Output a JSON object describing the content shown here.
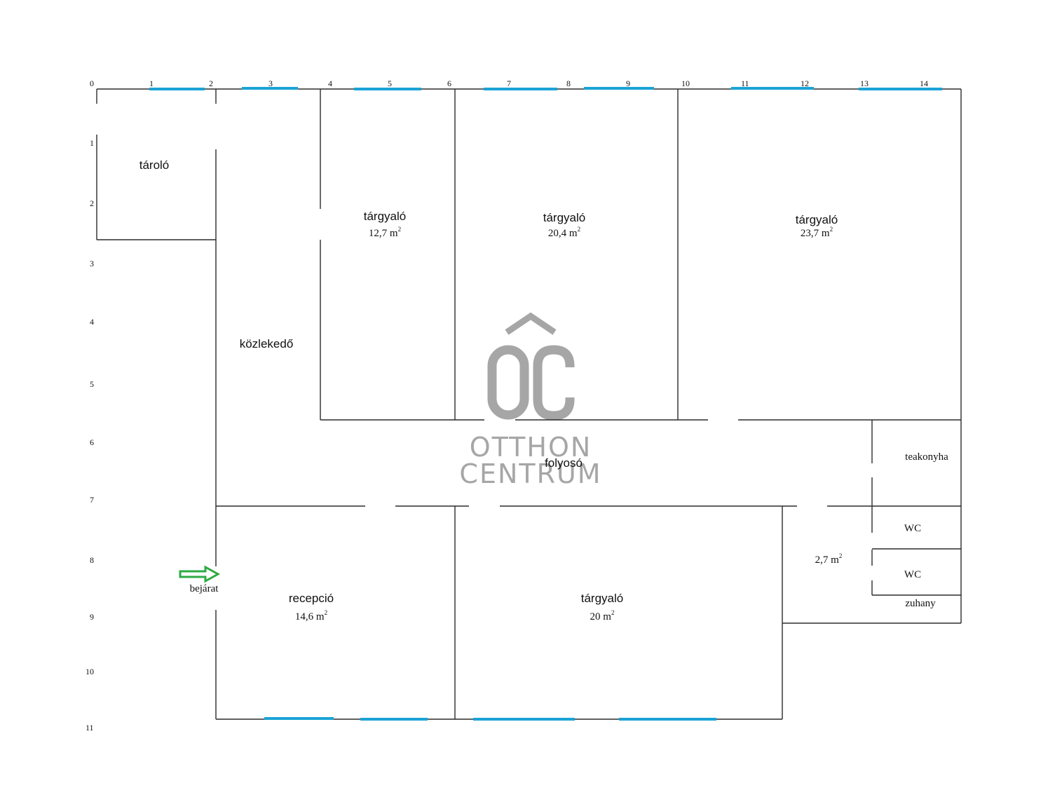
{
  "axis": {
    "x_ticks": [
      "0",
      "1",
      "2",
      "3",
      "4",
      "5",
      "6",
      "7",
      "8",
      "9",
      "10",
      "11",
      "12",
      "13",
      "14"
    ],
    "y_ticks": [
      "1",
      "2",
      "3",
      "4",
      "5",
      "6",
      "7",
      "8",
      "9",
      "10",
      "11"
    ]
  },
  "rooms": {
    "tarolo": {
      "name": "tároló"
    },
    "kozlekedo": {
      "name": "közlekedő"
    },
    "room1": {
      "name": "tárgyaló",
      "area": "12,7 m",
      "unit_sup": "2"
    },
    "room2": {
      "name": "tárgyaló",
      "area": "20,4 m",
      "unit_sup": "2"
    },
    "room3": {
      "name": "tárgyaló",
      "area": "23,7 m",
      "unit_sup": "2"
    },
    "folyoso": {
      "name": "folyosó"
    },
    "teakonyha": {
      "name": "teakonyha"
    },
    "wc1": {
      "name": "WC"
    },
    "wc2": {
      "name": "WC"
    },
    "zuhany": {
      "name": "zuhany"
    },
    "small": {
      "area": "2,7 m",
      "unit_sup": "2"
    },
    "recepcio": {
      "name": "recepció",
      "area": "14,6 m",
      "unit_sup": "2"
    },
    "room4": {
      "name": "tárgyaló",
      "area": "20 m",
      "unit_sup": "2"
    }
  },
  "entrance": {
    "label": "bejárat",
    "color": "#2eaa44"
  },
  "watermark": {
    "line1": "OTTHON",
    "line2": "CENTRUM",
    "color": "#a6a6a6"
  },
  "colors": {
    "wall": "#2b2b2b",
    "window": "#1aa3d6"
  }
}
